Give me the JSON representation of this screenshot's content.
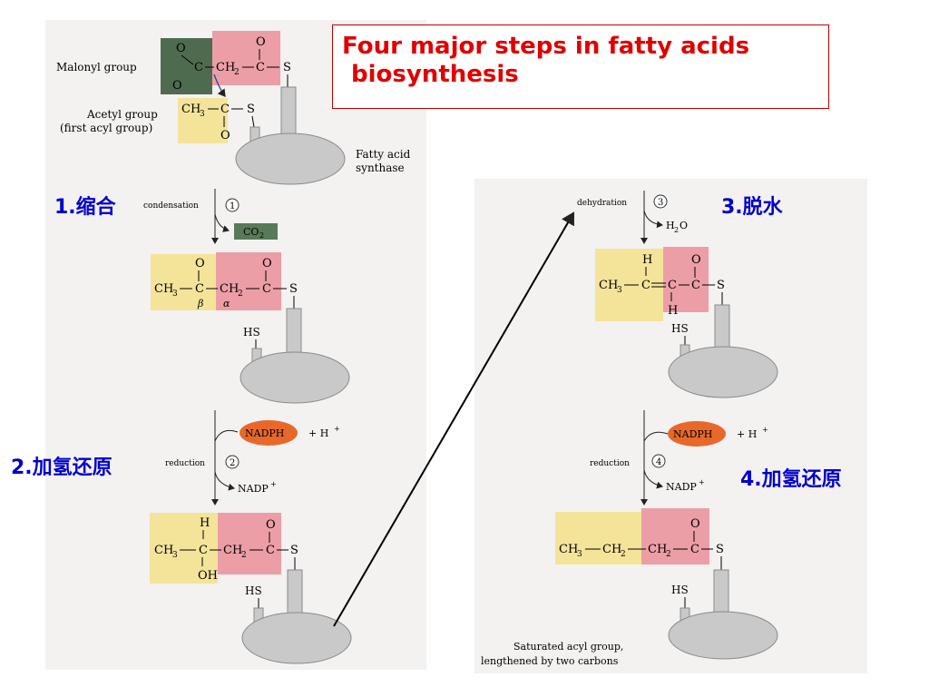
{
  "title": {
    "line1": "Four major steps in fatty acids",
    "line2": "biosynthesis"
  },
  "labels": {
    "malonyl": "Malonyl group",
    "acetyl": "Acetyl group",
    "acetyl_sub": "(first acyl group)",
    "fas_1": "Fatty acid",
    "fas_2": "synthase",
    "saturated_1": "Saturated acyl group,",
    "saturated_2": "lengthened by two carbons"
  },
  "steps": [
    {
      "number": "1.",
      "chinese": "缩合",
      "name": "condensation",
      "circle": "1",
      "product": "CO",
      "product_sub": "2"
    },
    {
      "number": "2.",
      "chinese": "加氢还原",
      "name": "reduction",
      "circle": "2",
      "cofactor": "NADPH",
      "plus": "+ H",
      "plus_sup": "+",
      "released": "NADP",
      "released_sup": "+"
    },
    {
      "number": "3.",
      "chinese": "脱水",
      "name": "dehydration",
      "circle": "3",
      "product": "H",
      "product_sub": "2",
      "product_tail": "O"
    },
    {
      "number": "4.",
      "chinese": "加氢还原",
      "name": "reduction",
      "circle": "4",
      "cofactor": "NADPH",
      "plus": "+ H",
      "plus_sup": "+",
      "released": "NADP",
      "released_sup": "+"
    }
  ],
  "chem": {
    "O": "O",
    "C": "C",
    "S": "S",
    "H": "H",
    "CH3": "CH",
    "CH2": "CH",
    "sub3": "3",
    "sub2": "2",
    "OH": "OH",
    "HS": "HS",
    "minus": "−",
    "beta": "β",
    "alpha": "α"
  },
  "colors": {
    "title_red": "#e00000",
    "step_blue": "#0000cc",
    "malonyl_dark": "#4f6b4f",
    "pink": "#ec9ea6",
    "yellow": "#f4e49a",
    "enzyme_gray": "#c9c9c9",
    "nadph_orange": "#e8682a",
    "co2_green": "#587a58"
  }
}
